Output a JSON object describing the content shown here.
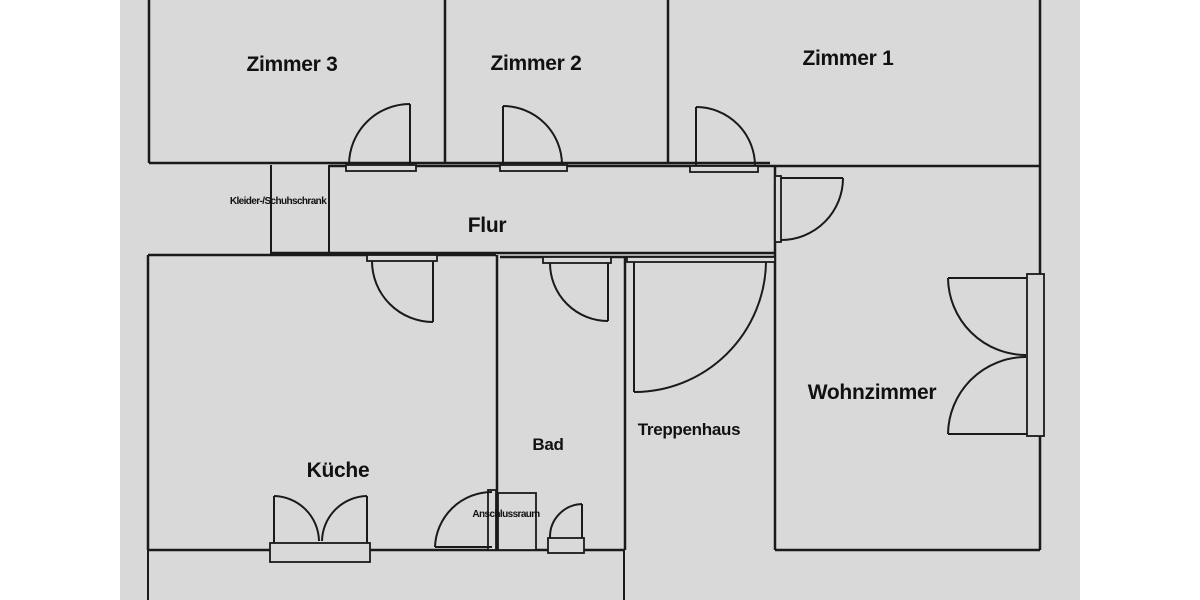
{
  "rooms": {
    "zimmer3": "Zimmer 3",
    "zimmer2": "Zimmer 2",
    "zimmer1": "Zimmer 1",
    "schrank": "Kleider-/Schuhschrank",
    "flur": "Flur",
    "kueche": "Küche",
    "bad": "Bad",
    "treppenhaus": "Treppenhaus",
    "wohnzimmer": "Wohnzimmer",
    "anschluss": "Anschlussraum"
  },
  "colors": {
    "page_margin": "#ffffff",
    "floor": "#d9d9d9",
    "wall": "#1a1a1a"
  }
}
